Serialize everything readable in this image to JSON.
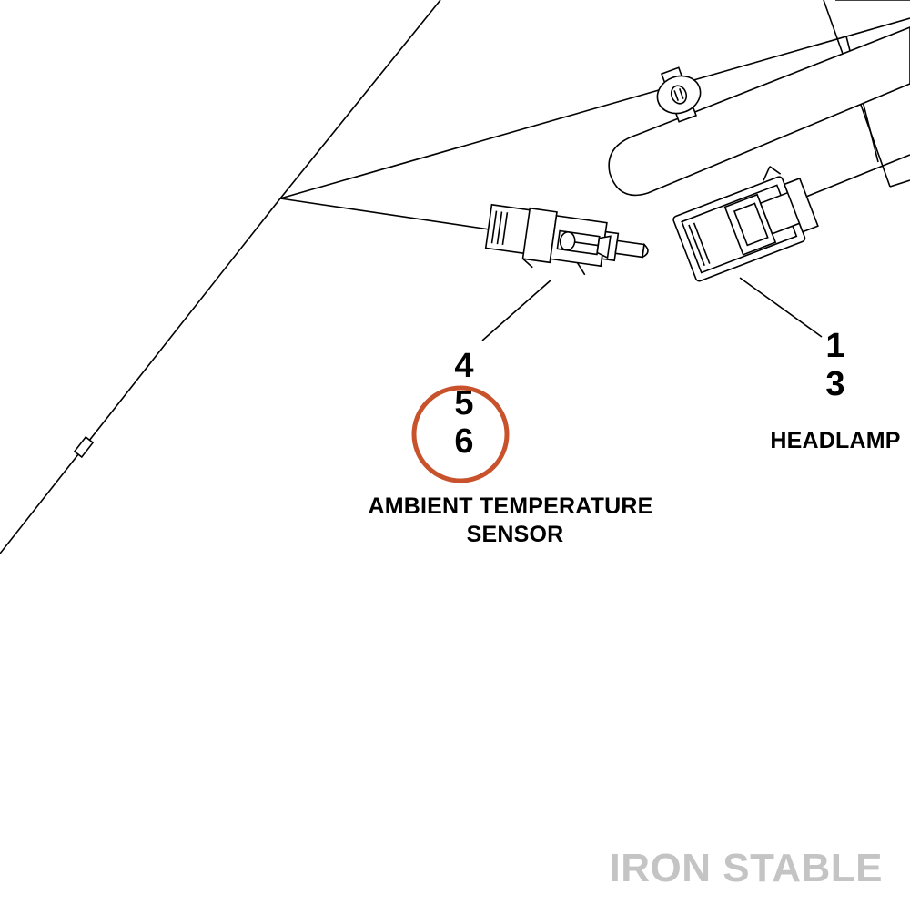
{
  "diagram": {
    "headlamp": {
      "label": "HEADLAMP",
      "numbers": [
        "1",
        "3"
      ]
    },
    "ambient_sensor": {
      "label_line1": "AMBIENT TEMPERATURE",
      "label_line2": "SENSOR",
      "numbers": [
        "4",
        "5",
        "6"
      ],
      "highlighted_number": "6"
    },
    "watermark": "IRON STABLE",
    "colors": {
      "line": "#000000",
      "highlight_circle": "#c8522c",
      "watermark": "#c4c4c4",
      "background": "#ffffff"
    }
  }
}
